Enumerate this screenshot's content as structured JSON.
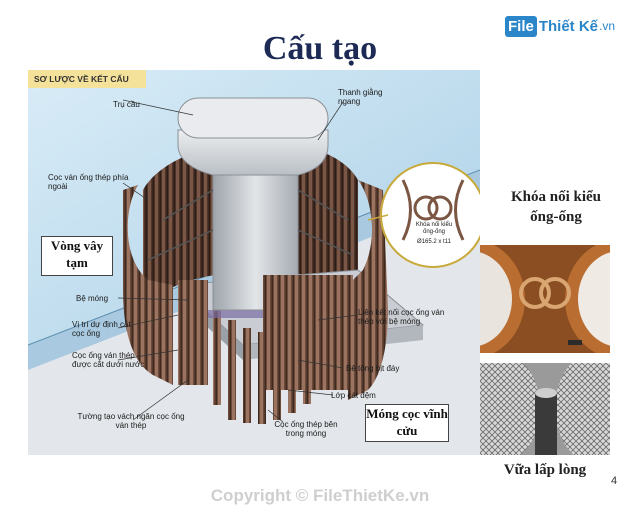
{
  "logo": {
    "badge": "File",
    "name": "Thiết Kế",
    "tld": ".vn"
  },
  "title": "Cấu tạo",
  "diagram": {
    "header": "SƠ LƯỢC VỀ KẾT CẤU",
    "labels": {
      "tru_cau": "Trụ cầu",
      "thanh_giang": "Thanh giằng ngang",
      "coc_van_ngoai": "Cọc ván ống thép phía ngoài",
      "be_mong": "Bệ móng",
      "vi_tri": "Vị trí dự định cắt cọc ống",
      "coc_duoi_nuoc": "Cọc ống ván thép được cắt dưới nước",
      "tuong_tao": "Tường tạo vách ngăn cọc ống ván thép",
      "lien_ket": "Liên kết nối cọc ống ván thép với bệ móng",
      "be_tong": "Bê tông bịt đáy",
      "lop_cat": "Lớp cát đệm",
      "coc_ben_trong": "Cọc ống thép bên trong móng",
      "khoa_noi_detail": "Khóa nối kiểu ống-ống",
      "khoa_size": "Ø165.2 x t11"
    },
    "callouts": {
      "vong_vay": "Vòng vây tạm",
      "mong_coc": "Móng cọc vĩnh cửu"
    }
  },
  "side": {
    "khoa_noi": "Khóa nối kiểu ống-ống",
    "vua_lap": "Vữa lấp lòng"
  },
  "page_number": "4",
  "copyright": "Copyright © FileThietKe.vn"
}
